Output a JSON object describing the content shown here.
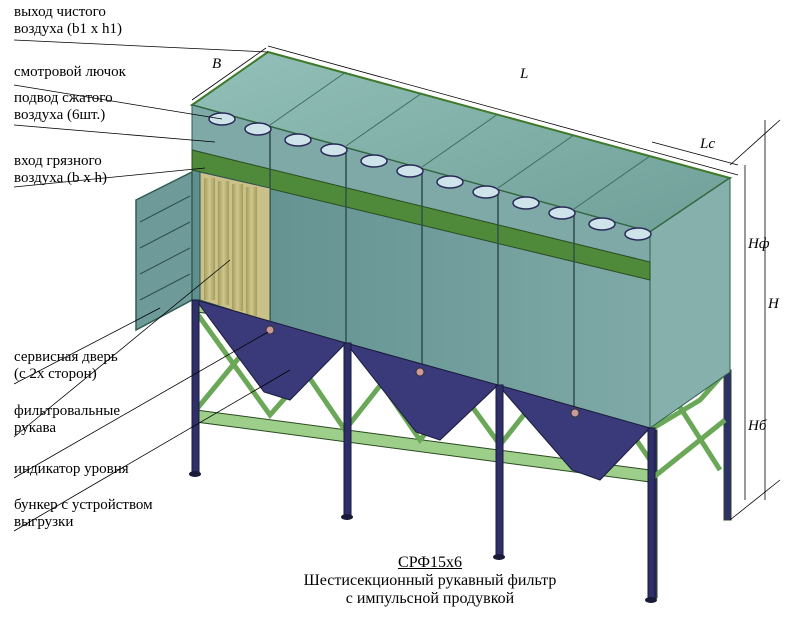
{
  "labels": {
    "clean_air_outlet": "выход чистого\nвоздуха (b1 x h1)",
    "inspection_hatch": "смотровой лючок",
    "compressed_air": "подвод сжатого\nвоздуха (6шт.)",
    "dirty_air_inlet": "вход грязного\nвоздуха (b x h)",
    "service_door": "сервисная дверь\n(с 2х сторон)",
    "filter_bags": "фильтровальные\nрукава",
    "level_indicator": "индикатор уровня",
    "hopper": "бункер с устройством\nвыгрузки"
  },
  "dimensions": {
    "B": "В",
    "L": "L",
    "Lc": "Lc",
    "Hf": "Нф",
    "H": "Н",
    "Hb": "Нб"
  },
  "caption": {
    "model": "СРФ15х6",
    "line1": "Шестисекционный рукавный фильтр",
    "line2": "с импульсной продувкой"
  },
  "colors": {
    "body": "#6f9a9a",
    "body_light": "#8fb9b4",
    "roof": "#7fb0a8",
    "frame_green": "#3f7a2a",
    "truss": "#9dcf8a",
    "leg": "#2f2f6a",
    "hopper": "#3a3a7a",
    "bags": "#b9b070"
  }
}
